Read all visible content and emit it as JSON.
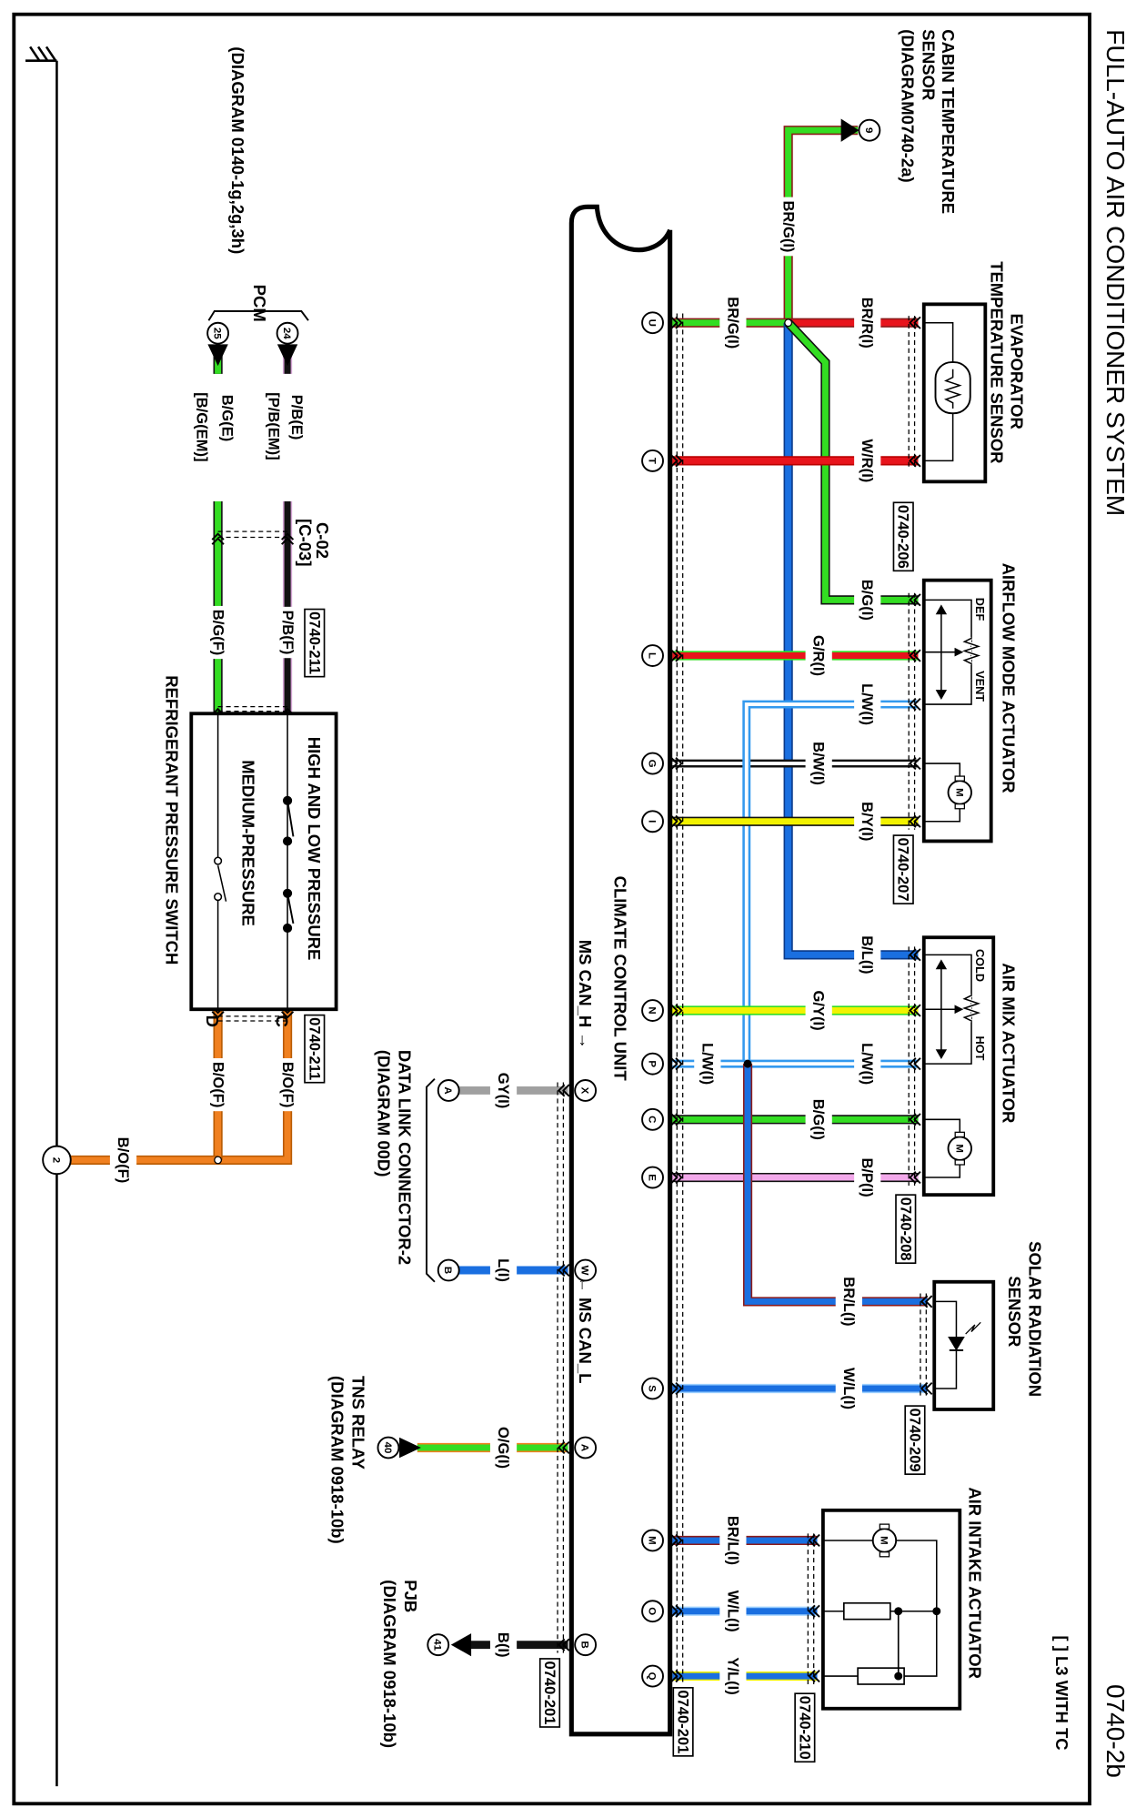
{
  "header": {
    "title": "FULL-AUTO AIR CONDITIONER SYSTEM",
    "diagram_id": "0740-2b",
    "note": "[ ] L3 WITH TC"
  },
  "components": {
    "cabin_sensor": {
      "lines": [
        "CABIN TEMPERATURE",
        "SENSOR",
        "(DIAGRAM0740-2a)"
      ],
      "terminal": "9"
    },
    "evap": {
      "lines": [
        "EVAPORATOR",
        "TEMPERATURE SENSOR"
      ],
      "connector": "0740-206"
    },
    "airflow": {
      "name": "AIRFLOW MODE ACTUATOR",
      "connector": "0740-207",
      "def": "DEF",
      "vent": "VENT",
      "motor": "M"
    },
    "airmix": {
      "name": "AIR MIX ACTUATOR",
      "connector": "0740-208",
      "cold": "COLD",
      "hot": "HOT",
      "motor": "M"
    },
    "solar": {
      "lines": [
        "SOLAR RADIATION",
        "SENSOR"
      ],
      "connector": "0740-209"
    },
    "intake": {
      "name": "AIR INTAKE ACTUATOR",
      "connector": "0740-210",
      "motor": "M"
    },
    "ccu": {
      "name": "CLIMATE CONTROL UNIT",
      "connector_right": "0740-201",
      "connector_left": "0740-201",
      "can_h": "MS CAN_H →",
      "can_l": "← MS CAN_L"
    },
    "dlc": {
      "lines": [
        "DATA LINK CONNECTOR-2",
        "(DIAGRAM 00D)"
      ],
      "pins": [
        "A",
        "B"
      ]
    },
    "tns": {
      "lines": [
        "TNS RELAY",
        "(DIAGRAM 0918-10b)"
      ],
      "terminal": "40"
    },
    "pjb": {
      "lines": [
        "PJB",
        "(DIAGRAM 0918-10b)"
      ],
      "terminal": "41"
    },
    "pcm": {
      "lines": [
        "PCM",
        "(DIAGRAM 0140-1g,2g,3h)"
      ],
      "terminals": [
        "24",
        "25"
      ]
    },
    "switch": {
      "name": "REFRIGERANT PRESSURE SWITCH",
      "high_low": "HIGH AND LOW PRESSURE",
      "medium": "MEDIUM-PRESSURE",
      "connector": "0740-211",
      "inline_code": "0740-211",
      "pin_c": "C",
      "pin_d": "D",
      "inline_connector": [
        "C-02",
        "[C-03]"
      ]
    },
    "ground": {
      "terminal": "2"
    }
  },
  "ccu_pins_right": [
    "U",
    "T",
    "L",
    "G",
    "I",
    "N",
    "P",
    "C",
    "E",
    "S",
    "M",
    "O",
    "Q"
  ],
  "ccu_pins_left": [
    "X",
    "W",
    "A",
    "B"
  ],
  "wire_labels": {
    "cabin": "BR/G(I)",
    "u": "BR/G(I)",
    "br_r": "BR/R(I)",
    "w_r": "W/R(I)",
    "b_g_af": "B/G(I)",
    "g_r": "G/R(I)",
    "l_w_af": "L/W(I)",
    "b_w": "B/W(I)",
    "b_y": "B/Y(I)",
    "b_l": "B/L(I)",
    "g_y": "G/Y(I)",
    "l_w_p1": "L/W(I)",
    "l_w_p2": "L/W(I)",
    "b_g_c": "B/G(I)",
    "b_p": "B/P(I)",
    "br_l_solar": "BR/L(I)",
    "w_l_s": "W/L(I)",
    "br_l_m": "BR/L(I)",
    "w_l_o": "W/L(I)",
    "y_l_q": "Y/L(I)",
    "gy": "GY(I)",
    "l": "L(I)",
    "o_g": "O/G(I)",
    "b": "B(I)",
    "p_b_e": [
      "P/B(E)",
      "[P/B(EM)]"
    ],
    "b_g_e": [
      "B/G(E)",
      "[B/G(EM)]"
    ],
    "p_b_f": "P/B(F)",
    "b_g_f": "B/G(F)",
    "b_o_c": "B/O(F)",
    "b_o_d": "B/O(F)",
    "b_o_gnd": "B/O(F)"
  },
  "palette": {
    "red": "#e8141c",
    "green": "#33dd22",
    "blue": "#1a6fe0",
    "lightblue": "#3399ee",
    "yellow": "#f2f200",
    "pink": "#f2a8ea",
    "orange": "#f08020",
    "gray": "#a0a0a0",
    "brown": "#8b1a1a",
    "black": "#111111",
    "white": "#ffffff"
  }
}
